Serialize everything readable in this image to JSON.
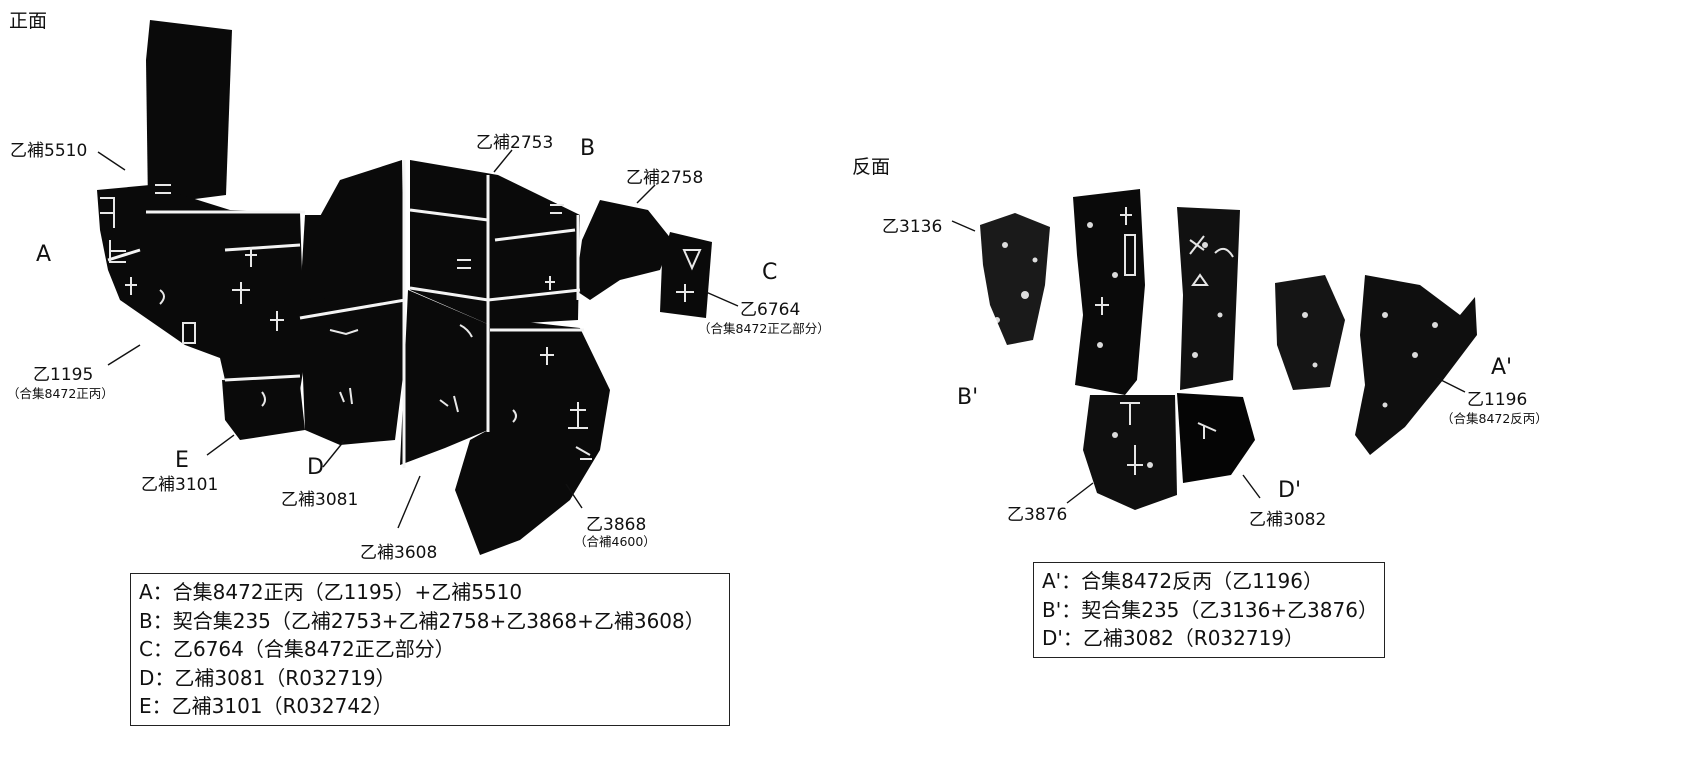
{
  "obverse": {
    "heading": "正面",
    "part_letters": {
      "A": "A",
      "B": "B",
      "C": "C",
      "D": "D",
      "E": "E"
    },
    "labels": {
      "yibu5510": "乙補5510",
      "yibu2753": "乙補2753",
      "yibu2758": "乙補2758",
      "yi6764": "乙6764",
      "yi6764_note": "（合集8472正乙部分）",
      "yi1195": "乙1195",
      "yi1195_note": "（合集8472正丙）",
      "yibu3101": "乙補3101",
      "yibu3081": "乙補3081",
      "yibu3608": "乙補3608",
      "yi3868": "乙3868",
      "yi3868_note": "（合補4600）"
    },
    "legend": [
      "A：合集8472正丙（乙1195）+乙補5510",
      "B：契合集235（乙補2753+乙補2758+乙3868+乙補3608）",
      "C：乙6764（合集8472正乙部分）",
      "D：乙補3081（R032719）",
      "E：乙補3101（R032742）"
    ]
  },
  "reverse": {
    "heading": "反面",
    "part_letters": {
      "A": "A'",
      "B": "B'",
      "D": "D'"
    },
    "labels": {
      "yi3136": "乙3136",
      "yi1196": "乙1196",
      "yi1196_note": "（合集8472反丙）",
      "yi3876": "乙3876",
      "yibu3082": "乙補3082"
    },
    "legend": [
      "A'：合集8472反丙（乙1196）",
      "B'：契合集235（乙3136+乙3876）",
      "D'：乙補3082（R032719）"
    ]
  },
  "colors": {
    "ink": "#0a0a0a",
    "paper": "#ffffff",
    "crack": "#f4f4f4",
    "text": "#111111"
  }
}
